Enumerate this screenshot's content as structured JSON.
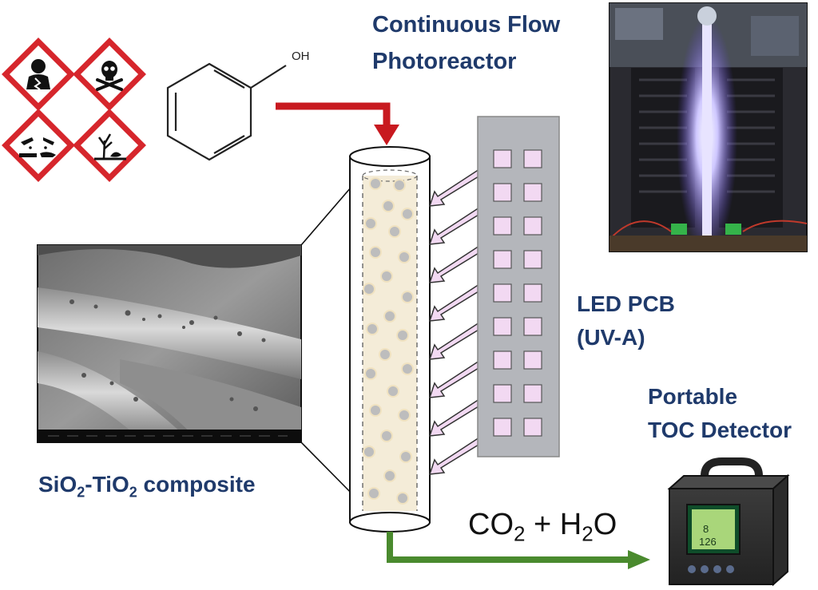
{
  "title": {
    "line1": "Continuous Flow",
    "line2": "Photoreactor"
  },
  "led": {
    "line1": "LED PCB",
    "line2": "(UV-A)"
  },
  "toc": {
    "line1": "Portable",
    "line2": "TOC Detector",
    "display_top": "8",
    "display_bottom": "126"
  },
  "composite": {
    "part1": "SiO",
    "sub1": "2",
    "part2": "-TiO",
    "sub2": "2",
    "part3": " composite"
  },
  "products": {
    "part1": "CO",
    "sub1": "2",
    "part2": " + H",
    "sub2": "2",
    "part3": "O"
  },
  "phenol": {
    "oh_label": "OH"
  },
  "hazard_icons": [
    "health-hazard-icon",
    "skull-crossbones-icon",
    "corrosive-icon",
    "environment-hazard-icon"
  ],
  "colors": {
    "hazard_red": "#d6262c",
    "feed_arrow": "#c8191f",
    "outlet_arrow": "#4a8a2e",
    "label_blue": "#1f3a6b",
    "led_square": "#f2d9f2",
    "pcb": "#b4b6bb"
  }
}
